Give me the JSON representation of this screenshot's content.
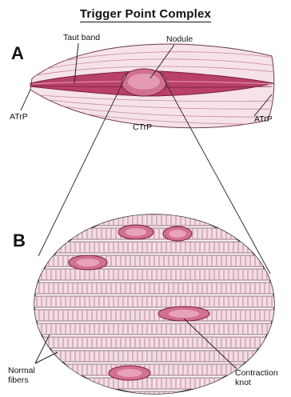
{
  "title": "Trigger Point Complex",
  "panel_a": {
    "letter": "A",
    "labels": {
      "taut_band": "Taut band",
      "nodule": "Nodule",
      "atrp_left": "ATrP",
      "atrp_right": "ATrP",
      "ctrp": "CTrP"
    }
  },
  "panel_b": {
    "letter": "B",
    "labels": {
      "normal_fibers": "Normal\nfibers",
      "contraction_knot": "Contraction\nknot"
    }
  },
  "colors": {
    "band": "#b8406a",
    "band_dark": "#7a1f3f",
    "fiber_light": "#f4dbe5",
    "knot": "#d2708f",
    "outline": "#4a2a35"
  }
}
